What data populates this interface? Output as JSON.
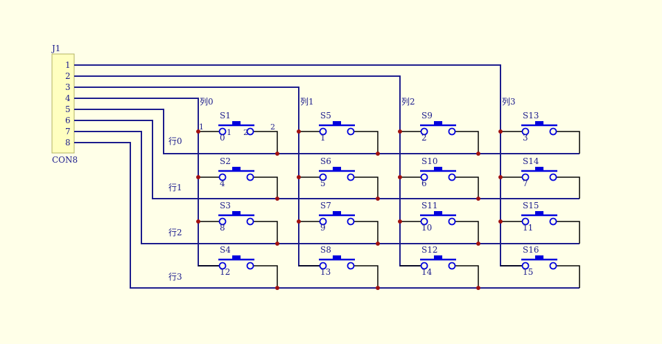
{
  "connector": {
    "ref": "J1",
    "part": "CON8",
    "pins": [
      "1",
      "2",
      "3",
      "4",
      "5",
      "6",
      "7",
      "8"
    ]
  },
  "columns": [
    "列0",
    "列1",
    "列2",
    "列3"
  ],
  "rows": [
    "行0",
    "行1",
    "行2",
    "行3"
  ],
  "pin_markers": {
    "left": "1",
    "right": "2"
  },
  "switches": [
    {
      "ref": "S1",
      "key": "0"
    },
    {
      "ref": "S5",
      "key": "1"
    },
    {
      "ref": "S9",
      "key": "2"
    },
    {
      "ref": "S13",
      "key": "3"
    },
    {
      "ref": "S2",
      "key": "4"
    },
    {
      "ref": "S6",
      "key": "5"
    },
    {
      "ref": "S10",
      "key": "6"
    },
    {
      "ref": "S14",
      "key": "7"
    },
    {
      "ref": "S3",
      "key": "8"
    },
    {
      "ref": "S7",
      "key": "9"
    },
    {
      "ref": "S11",
      "key": "10"
    },
    {
      "ref": "S15",
      "key": "11"
    },
    {
      "ref": "S4",
      "key": "12"
    },
    {
      "ref": "S8",
      "key": "13"
    },
    {
      "ref": "S12",
      "key": "14"
    },
    {
      "ref": "S16",
      "key": "15"
    }
  ],
  "s1_pin_labels": {
    "left": "1",
    "right": "2"
  },
  "colors": {
    "background": "#ffffe8",
    "wire": "#1a1a8c",
    "switch": "#0000dd",
    "junction": "#a01010",
    "connector_fill": "#ffffc0",
    "connector_border": "#b0b060",
    "row_wire": "#000000"
  }
}
